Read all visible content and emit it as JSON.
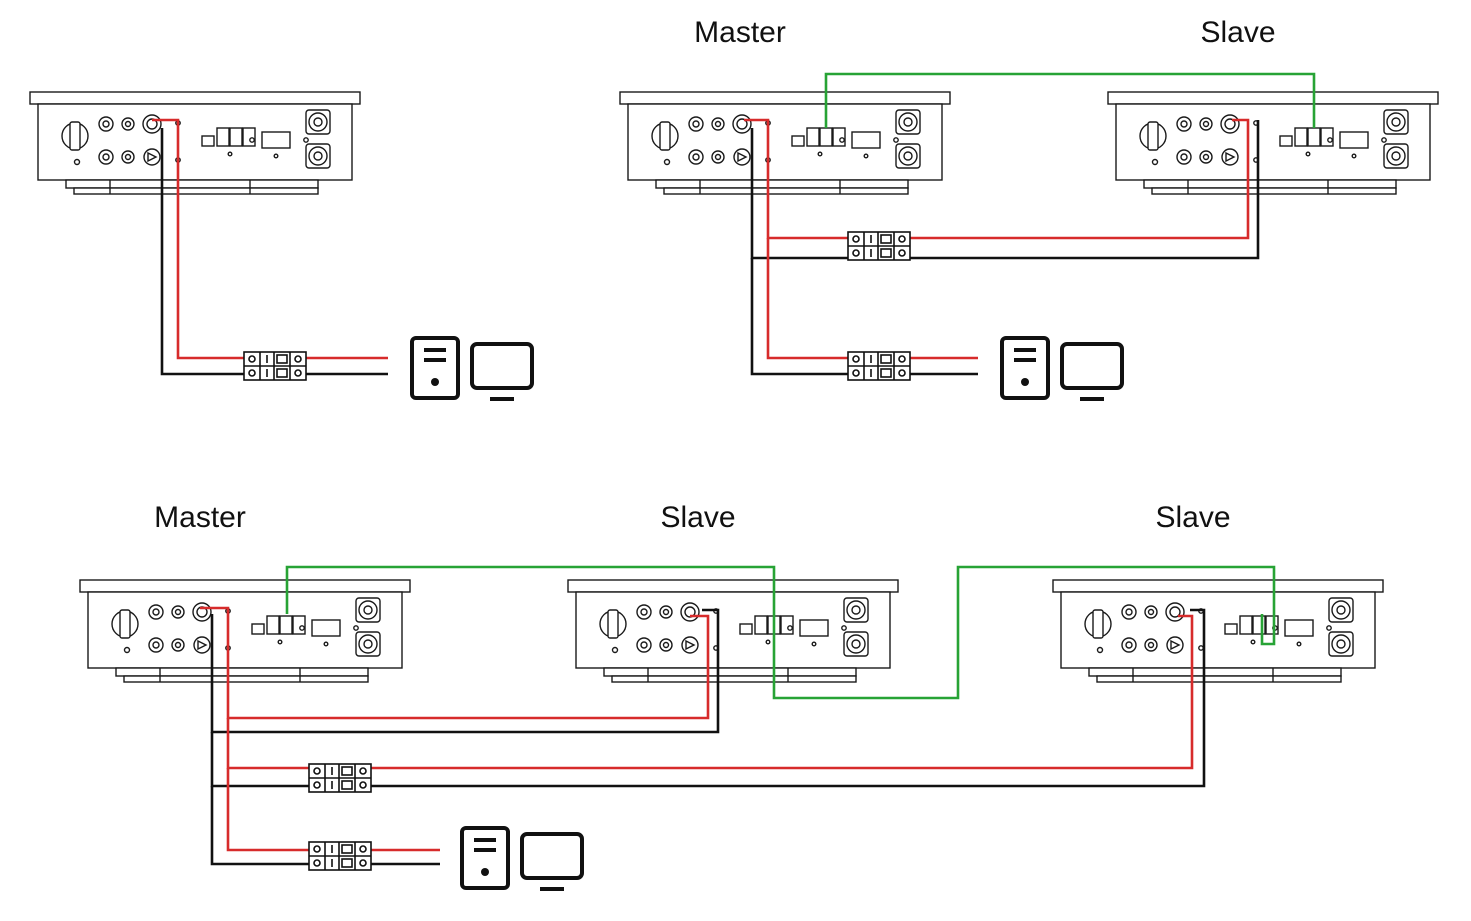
{
  "diagrams": [
    {
      "id": "single",
      "labels": []
    },
    {
      "id": "two-units",
      "labels": [
        "Master",
        "Slave"
      ]
    },
    {
      "id": "three-units",
      "labels": [
        "Master",
        "Slave",
        "Slave"
      ]
    }
  ],
  "wire_colors": {
    "positive": "#d72b2b",
    "negative": "#111111",
    "communication": "#27a335"
  },
  "icons": [
    "inverter-unit-icon",
    "breaker-icon",
    "computer-tower-icon",
    "monitor-icon"
  ]
}
